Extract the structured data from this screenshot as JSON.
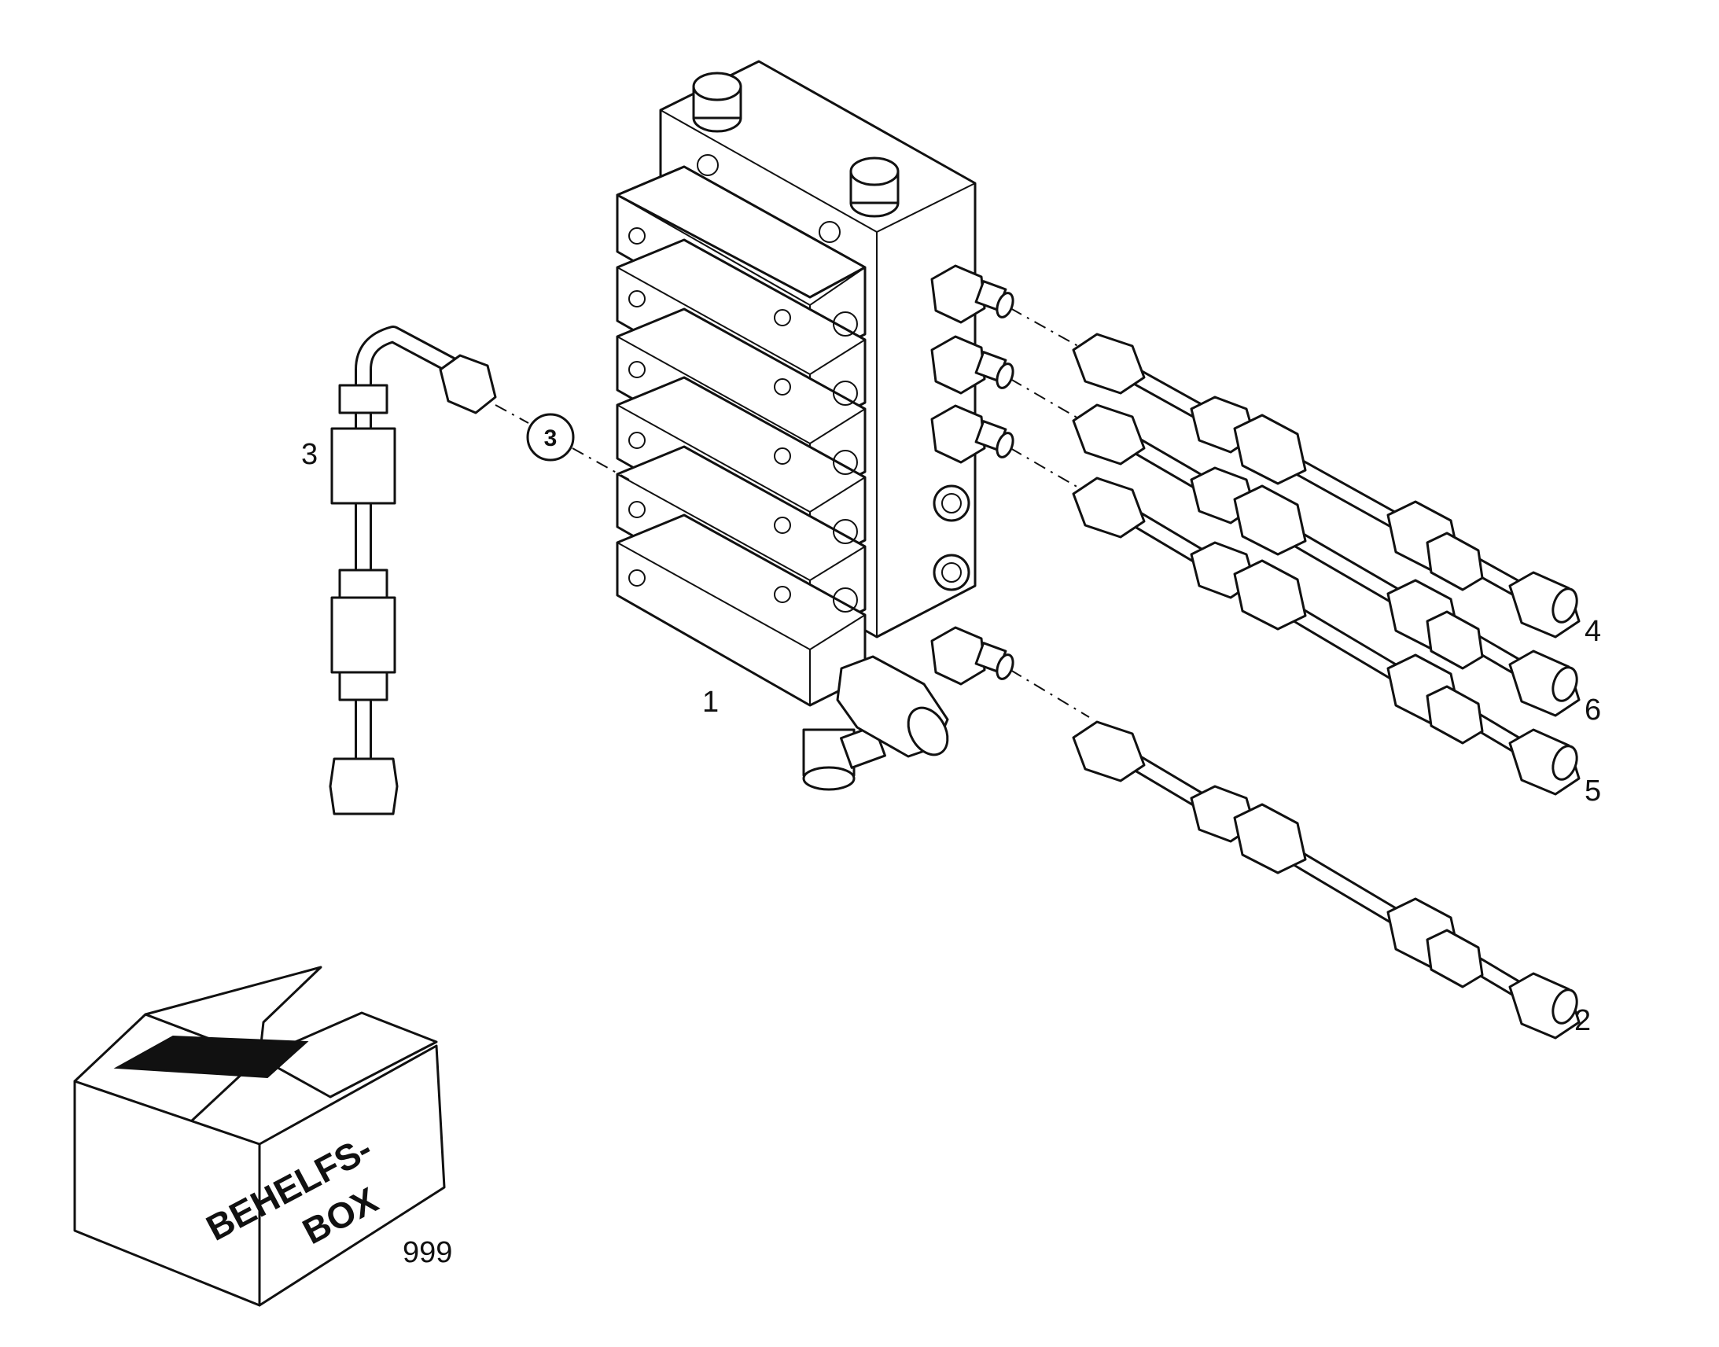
{
  "labels": {
    "distributor": "1",
    "line_2": "2",
    "line_3": "3",
    "line_4": "4",
    "line_5": "5",
    "line_6": "6",
    "bubble_3": "3",
    "box_ref": "999"
  },
  "box": {
    "line1": "BEHELFS-",
    "line2": "BOX"
  }
}
